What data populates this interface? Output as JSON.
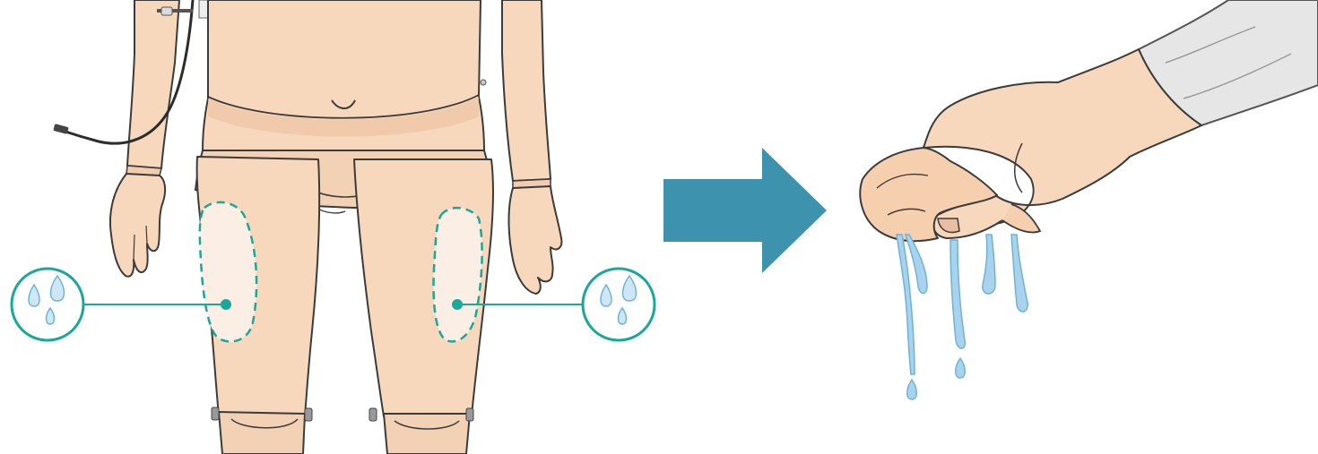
{
  "figure": {
    "left_panel": "manikin-legs",
    "arrow": "right-arrow",
    "right_panel": "hand-wringing-sponge",
    "markers": [
      "water-drops-icon-left",
      "water-drops-icon-right"
    ]
  },
  "colors": {
    "skin": "#f7d8bd",
    "skin_shadow": "#ecc4a3",
    "outline": "#3b3b3b",
    "accent_teal": "#1aa89a",
    "arrow_blue": "#3d92ad",
    "water": "#a9d3ec",
    "water_outline": "#6fb2d8",
    "sleeve": "#e6e6e6"
  }
}
